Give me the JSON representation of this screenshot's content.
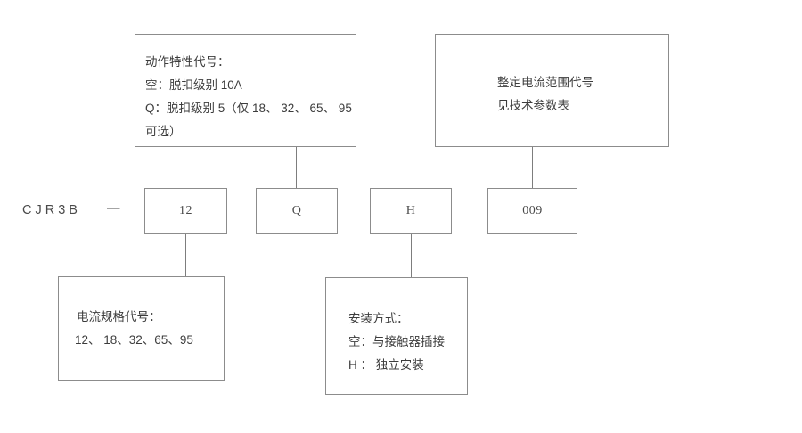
{
  "diagram": {
    "title_code": "CJR3B",
    "separator": "—",
    "code_boxes": [
      {
        "name": "current-rating-code",
        "value": "12"
      },
      {
        "name": "trip-characteristic-code",
        "value": "Q"
      },
      {
        "name": "mounting-method-code",
        "value": "H"
      },
      {
        "name": "setting-current-range-code",
        "value": "009"
      }
    ],
    "notes": {
      "trip_characteristic": {
        "lines": [
          "动作特性代号：",
          "空：脱扣级别 10A",
          "Q：脱扣级别 5（仅 18、 32、 65、 95",
          "可选）"
        ]
      },
      "setting_current_range": {
        "lines": [
          "整定电流范围代号",
          "见技术参数表"
        ]
      },
      "current_rating": {
        "lines": [
          "电流规格代号：",
          "12、  18、32、65、95"
        ]
      },
      "mounting_method": {
        "lines": [
          "安装方式：",
          "空：与接触器插接",
          "H ： 独立安装"
        ]
      }
    },
    "colors": {
      "border": "#8c8c8c",
      "connector": "#7d7d7d",
      "text": "#3c3c3c",
      "background": "#ffffff"
    }
  }
}
